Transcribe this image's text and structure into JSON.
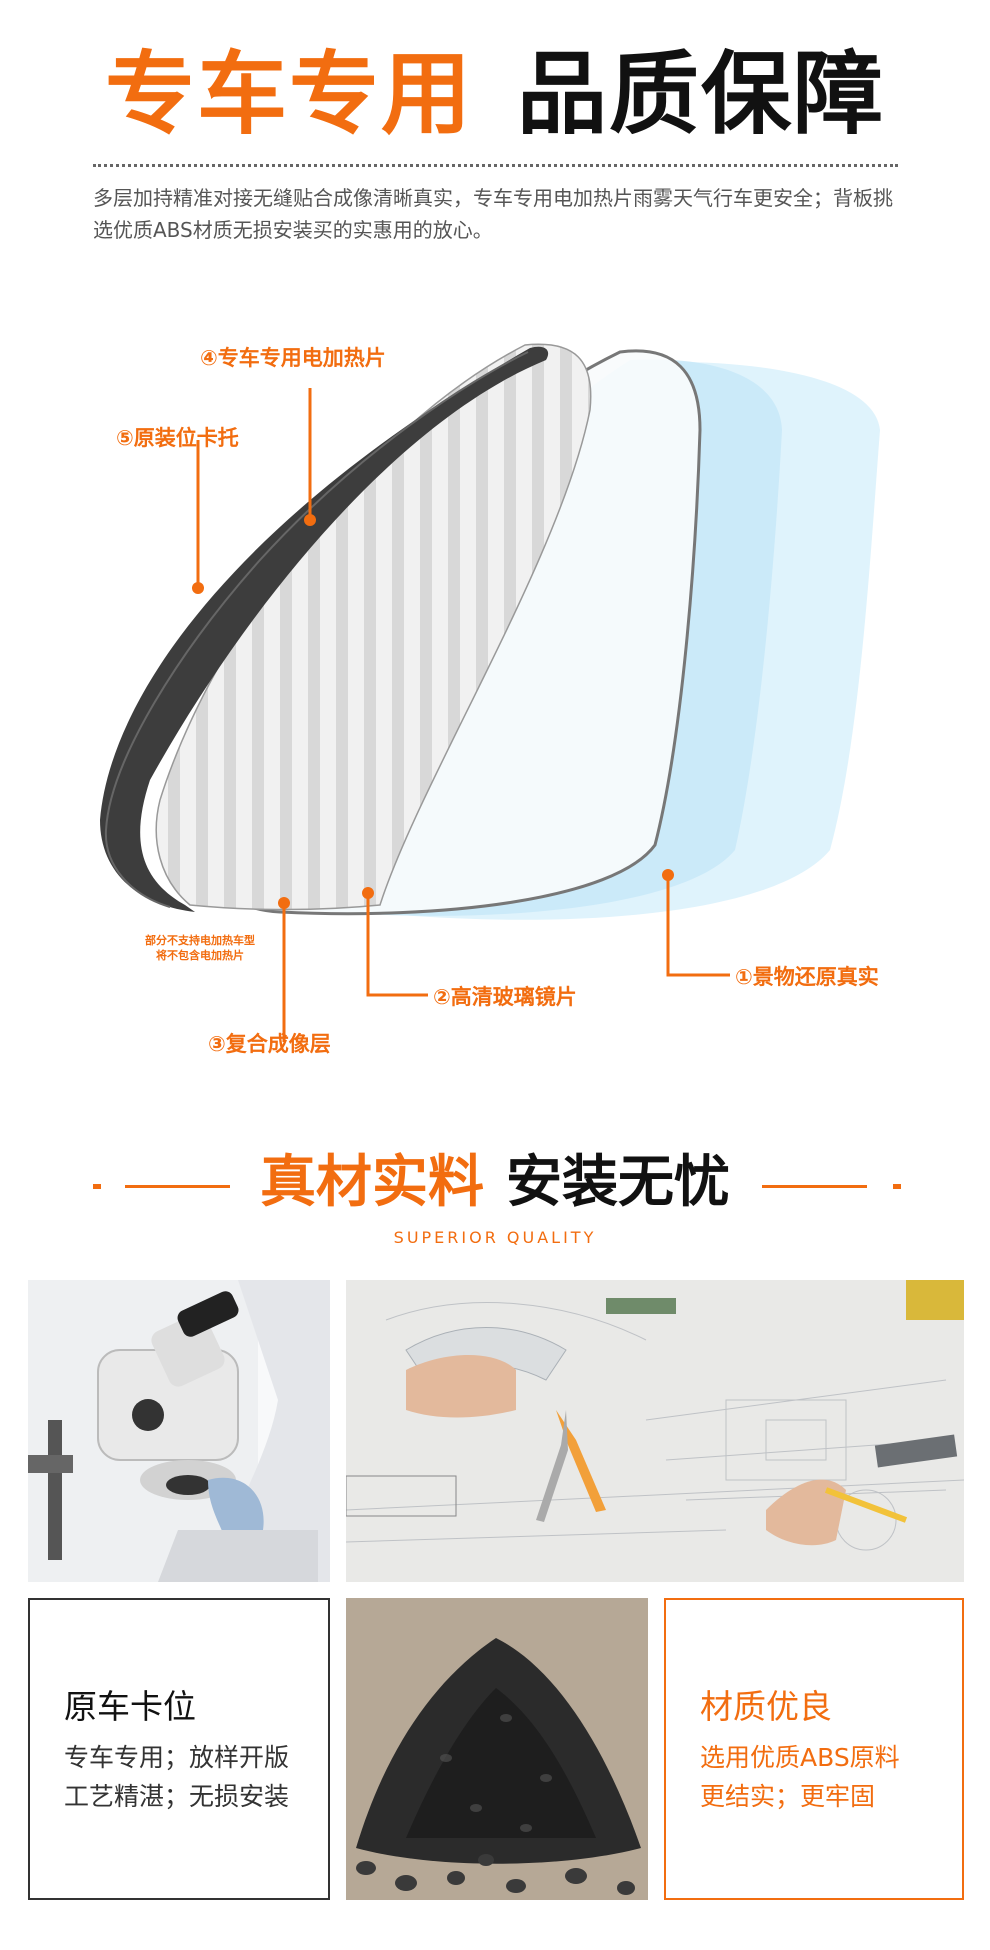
{
  "header": {
    "title_orange": "专车专用",
    "title_black": "品质保障",
    "description": "多层加持精准对接无缝贴合成像清晰真实，专车专用电加热片雨雾天气行车更安全；背板挑选优质ABS材质无损安装买的实惠用的放心。"
  },
  "diagram": {
    "labels": {
      "l4": "④专车专用电加热片",
      "l5": "⑤原装位卡托",
      "l1": "①景物还原真实",
      "l2": "②高清玻璃镜片",
      "l3": "③复合成像层"
    },
    "note_line1": "部分不支持电加热车型",
    "note_line2": "将不包含电加热片"
  },
  "section2": {
    "title_orange": "真材实料",
    "title_black": "安装无忧",
    "subtitle": "SUPERIOR QUALITY"
  },
  "cards": {
    "left": {
      "title": "原车卡位",
      "line1": "专车专用；放样开版",
      "line2": "工艺精湛；无损安装"
    },
    "right": {
      "title": "材质优良",
      "line1": "选用优质ABS原料",
      "line2": "更结实；更牢固"
    }
  },
  "colors": {
    "accent": "#f26d10",
    "text": "#111111",
    "muted": "#555555"
  }
}
